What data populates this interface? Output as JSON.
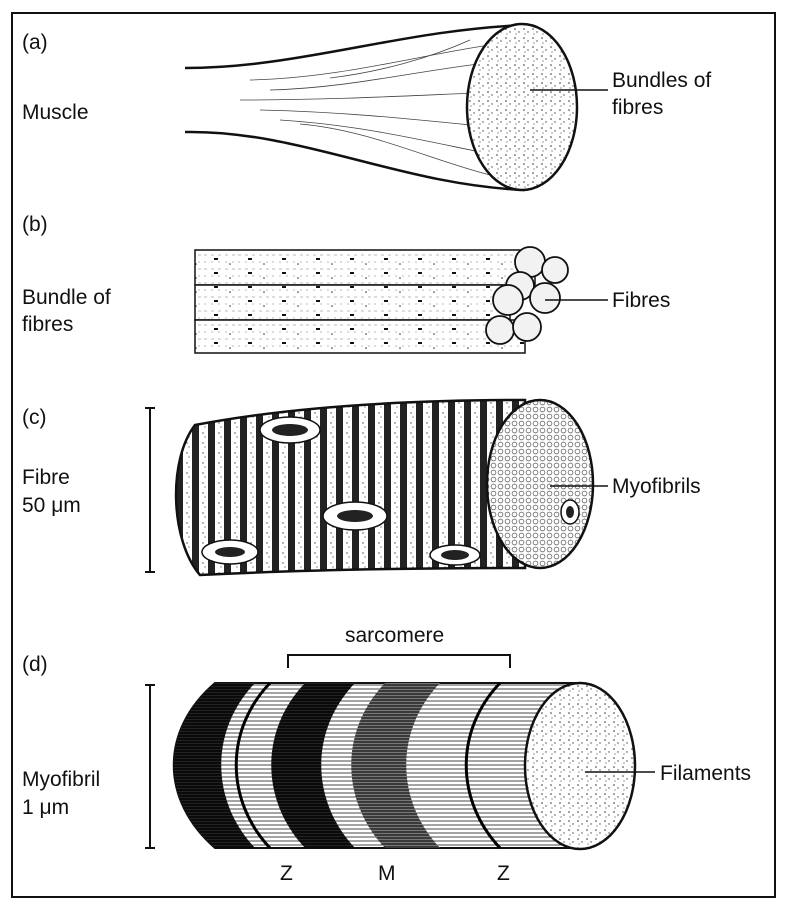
{
  "panels": {
    "a": {
      "tag": "(a)",
      "left_label": "Muscle",
      "right_label_line1": "Bundles of",
      "right_label_line2": "fibres"
    },
    "b": {
      "tag": "(b)",
      "left_label_line1": "Bundle of",
      "left_label_line2": "fibres",
      "right_label": "Fibres"
    },
    "c": {
      "tag": "(c)",
      "left_label_line1": "Fibre",
      "left_label_line2": "50 μm",
      "right_label": "Myofibrils"
    },
    "d": {
      "tag": "(d)",
      "left_label_line1": "Myofibril",
      "left_label_line2": "1 μm",
      "right_label": "Filaments",
      "top_label": "sarcomere",
      "band_labels": [
        "Z",
        "M",
        "Z"
      ]
    }
  }
}
